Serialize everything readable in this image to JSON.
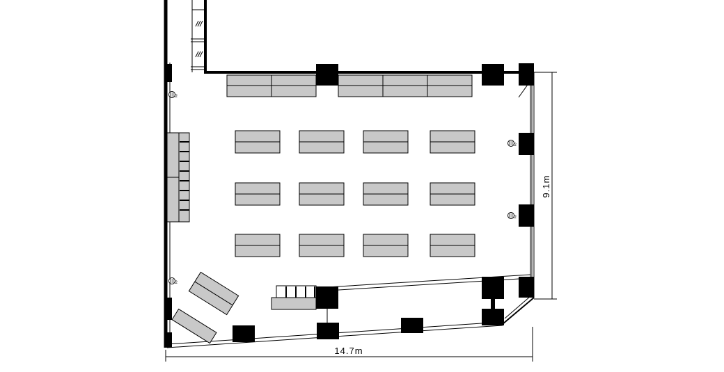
{
  "floor_plan": {
    "dimensions": {
      "width_label": "14.7m",
      "depth_label": "9.1m"
    },
    "outlet_symbol": "2",
    "colors": {
      "wall": "#000000",
      "column": "#000000",
      "table_fill": "#c8c8c8",
      "table_stroke": "#000000",
      "background": "#ffffff"
    },
    "icons": {
      "outlet": "outlet-icon",
      "column": "column-block",
      "table": "table-rect",
      "chair": "chair-mark"
    }
  }
}
